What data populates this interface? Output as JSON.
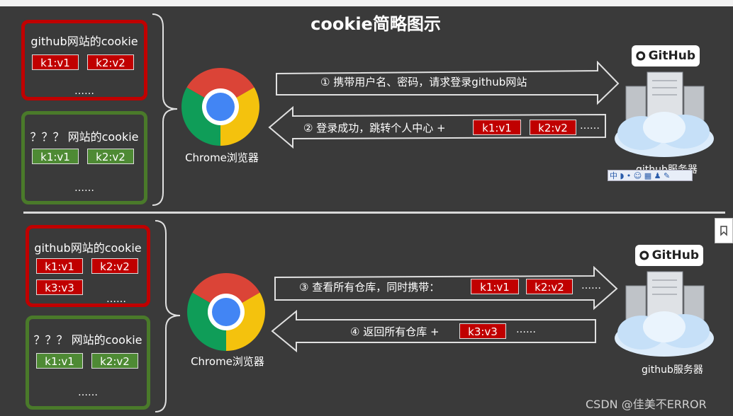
{
  "title": "cookie简略图示",
  "top": {
    "box_github": {
      "label": "github网站的cookie",
      "chips": [
        "k1:v1",
        "k2:v2"
      ],
      "dots": "……"
    },
    "box_other": {
      "label": "？？？ 网站的cookie",
      "chips": [
        "k1:v1",
        "k2:v2"
      ],
      "dots": "……"
    },
    "browser_label": "Chrome浏览器",
    "arrow1_text": "① 携带用户名、密码，请求登录github网站",
    "arrow2_text": "② 登录成功，跳转个人中心 +",
    "arrow2_chips": [
      "k1:v1",
      "k2:v2"
    ],
    "arrow2_dots": "……",
    "server_badge": "GitHub",
    "server_label": "github服务器"
  },
  "bottom": {
    "box_github": {
      "label": "github网站的cookie",
      "chips": [
        "k1:v1",
        "k2:v2",
        "k3:v3"
      ],
      "dots": "……"
    },
    "box_other": {
      "label": "？？？ 网站的cookie",
      "chips": [
        "k1:v1",
        "k2:v2"
      ],
      "dots": "……"
    },
    "browser_label": "Chrome浏览器",
    "arrow3_text": "③ 查看所有仓库，同时携带：",
    "arrow3_chips": [
      "k1:v1",
      "k2:v2"
    ],
    "arrow3_dots": "……",
    "arrow4_text": "④ 返回所有仓库 +",
    "arrow4_chips": [
      "k3:v3"
    ],
    "arrow4_dots": "……",
    "server_badge": "GitHub",
    "server_label": "github服务器"
  },
  "ime_toolbar": "中",
  "watermark": "CSDN @佳美不ERROR",
  "colors": {
    "background": "#3a3a3a",
    "red": "#c00000",
    "green": "#4e8a34"
  }
}
